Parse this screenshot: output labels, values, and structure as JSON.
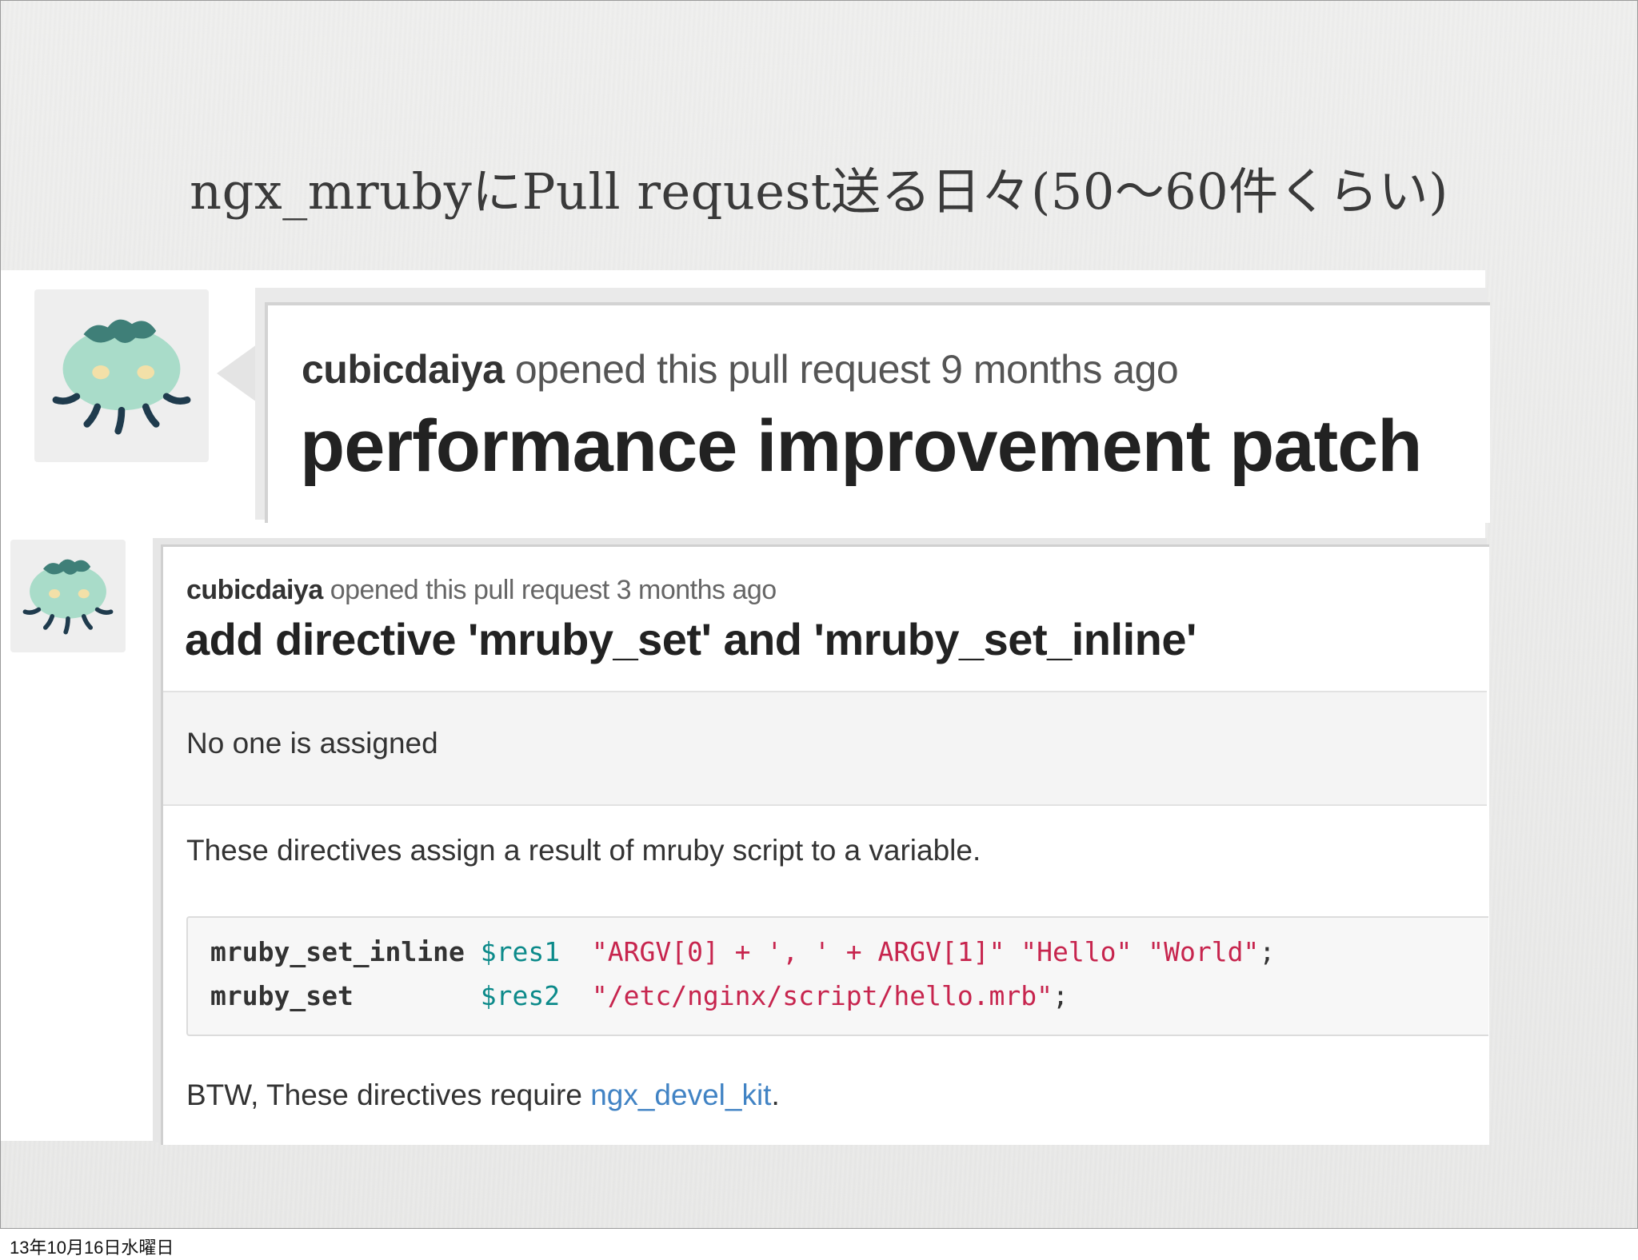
{
  "slide": {
    "title": "ngx_mrubyにPull request送る日々(50〜60件くらい)",
    "footer_date": "13年10月16日水曜日"
  },
  "pr1": {
    "author": "cubicdaiya",
    "meta": "opened this pull request 9 months ago",
    "title": "performance improvement patch"
  },
  "pr2": {
    "author": "cubicdaiya",
    "meta": "opened this pull request 3 months ago",
    "title": "add directive 'mruby_set' and 'mruby_set_inline'",
    "assignee": "No one is assigned",
    "description": "These directives assign a result of mruby script to a variable.",
    "code": [
      {
        "directive": "mruby_set_inline",
        "var": "$res1",
        "args": "\"ARGV[0] + ', ' + ARGV[1]\" \"Hello\" \"World\"",
        "end": ";"
      },
      {
        "directive": "mruby_set",
        "var": "$res2",
        "args": "\"/etc/nginx/script/hello.mrb\"",
        "end": ";"
      }
    ],
    "btw_prefix": "BTW, These directives require ",
    "btw_link": "ngx_devel_kit",
    "btw_suffix": "."
  },
  "colors": {
    "link": "#4183c4",
    "code_var": "#0c8a8a",
    "code_string": "#c7254e",
    "avatar_body": "#a9dcc9",
    "avatar_cap": "#3f7f78"
  },
  "icons": [
    "jellyfish-avatar-icon"
  ]
}
